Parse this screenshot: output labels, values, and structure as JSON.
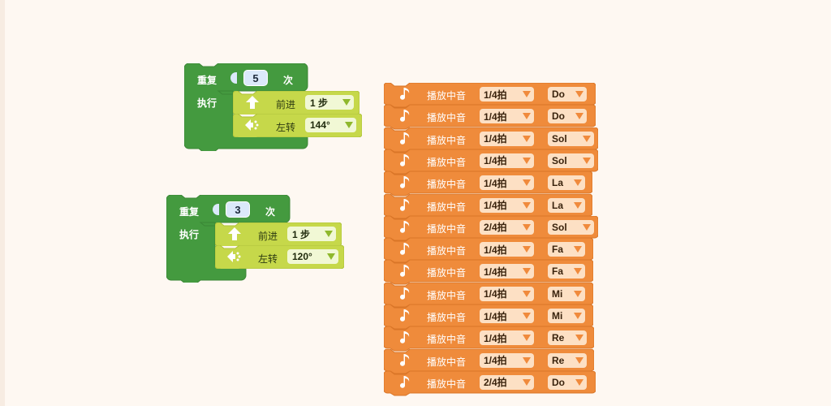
{
  "colors": {
    "background": "#fef8f2",
    "repeat_block": "#449a3f",
    "motion_block": "#c6d84a",
    "note_block": "#ef8b3b"
  },
  "repeat_blocks": [
    {
      "repeat_label": "重复",
      "count": "5",
      "times_label": "次",
      "do_label": "执行",
      "forward": {
        "icon": "arrow-up-icon",
        "label": "前进",
        "value": "1 步"
      },
      "turn": {
        "icon": "turn-left-icon",
        "label": "左转",
        "value": "144°"
      }
    },
    {
      "repeat_label": "重复",
      "count": "3",
      "times_label": "次",
      "do_label": "执行",
      "forward": {
        "icon": "arrow-up-icon",
        "label": "前进",
        "value": "1 步"
      },
      "turn": {
        "icon": "turn-left-icon",
        "label": "左转",
        "value": "120°"
      }
    }
  ],
  "note_blocks": [
    {
      "icon": "music-note-icon",
      "label": "播放中音",
      "beat": "1/4拍",
      "note": "Do"
    },
    {
      "icon": "music-note-icon",
      "label": "播放中音",
      "beat": "1/4拍",
      "note": "Do"
    },
    {
      "icon": "music-note-icon",
      "label": "播放中音",
      "beat": "1/4拍",
      "note": "Sol"
    },
    {
      "icon": "music-note-icon",
      "label": "播放中音",
      "beat": "1/4拍",
      "note": "Sol"
    },
    {
      "icon": "music-note-icon",
      "label": "播放中音",
      "beat": "1/4拍",
      "note": "La"
    },
    {
      "icon": "music-note-icon",
      "label": "播放中音",
      "beat": "1/4拍",
      "note": "La"
    },
    {
      "icon": "music-note-icon",
      "label": "播放中音",
      "beat": "2/4拍",
      "note": "Sol"
    },
    {
      "icon": "music-note-icon",
      "label": "播放中音",
      "beat": "1/4拍",
      "note": "Fa"
    },
    {
      "icon": "music-note-icon",
      "label": "播放中音",
      "beat": "1/4拍",
      "note": "Fa"
    },
    {
      "icon": "music-note-icon",
      "label": "播放中音",
      "beat": "1/4拍",
      "note": "Mi"
    },
    {
      "icon": "music-note-icon",
      "label": "播放中音",
      "beat": "1/4拍",
      "note": "Mi"
    },
    {
      "icon": "music-note-icon",
      "label": "播放中音",
      "beat": "1/4拍",
      "note": "Re"
    },
    {
      "icon": "music-note-icon",
      "label": "播放中音",
      "beat": "1/4拍",
      "note": "Re"
    },
    {
      "icon": "music-note-icon",
      "label": "播放中音",
      "beat": "2/4拍",
      "note": "Do"
    }
  ]
}
